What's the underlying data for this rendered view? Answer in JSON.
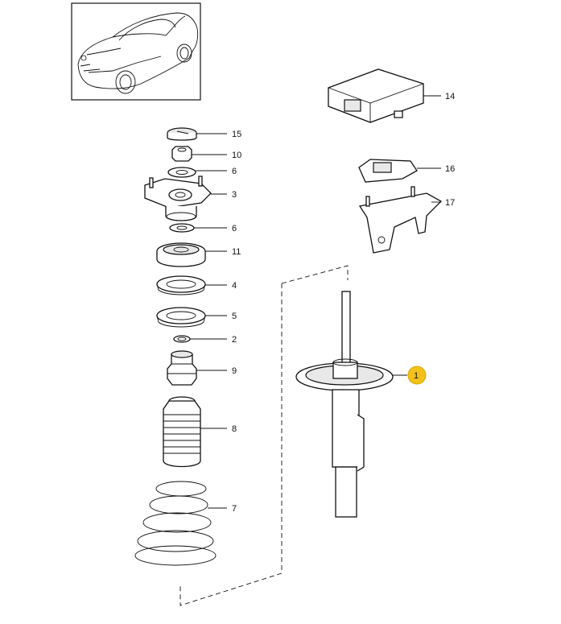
{
  "callouts": [
    {
      "id": "15",
      "label": "15"
    },
    {
      "id": "10",
      "label": "10"
    },
    {
      "id": "6a",
      "label": "6"
    },
    {
      "id": "3",
      "label": "3"
    },
    {
      "id": "6b",
      "label": "6"
    },
    {
      "id": "11",
      "label": "11"
    },
    {
      "id": "4",
      "label": "4"
    },
    {
      "id": "5",
      "label": "5"
    },
    {
      "id": "2",
      "label": "2"
    },
    {
      "id": "9",
      "label": "9"
    },
    {
      "id": "8",
      "label": "8"
    },
    {
      "id": "7",
      "label": "7"
    },
    {
      "id": "14",
      "label": "14"
    },
    {
      "id": "16",
      "label": "16"
    },
    {
      "id": "17",
      "label": "17"
    },
    {
      "id": "1",
      "label": "1"
    }
  ],
  "highlight_color": "#f2c21b"
}
